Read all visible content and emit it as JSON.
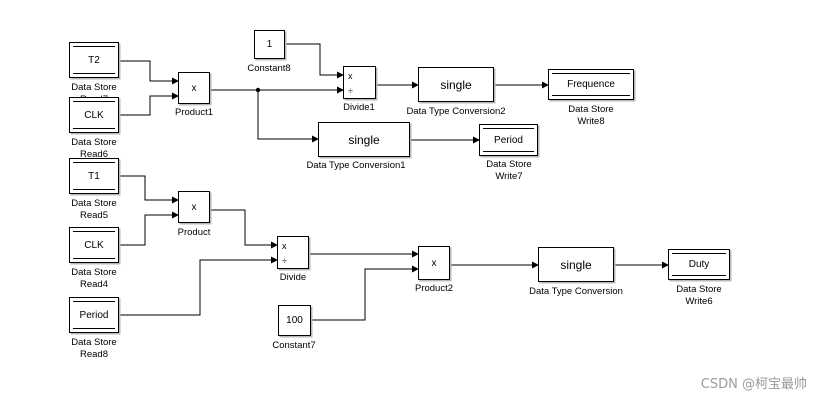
{
  "blocks": {
    "ds_read7": {
      "text": "T2",
      "label1": "Data Store",
      "label2": "Read7"
    },
    "ds_read6": {
      "text": "CLK",
      "label1": "Data Store",
      "label2": "Read6"
    },
    "ds_read5": {
      "text": "T1",
      "label1": "Data Store",
      "label2": "Read5"
    },
    "ds_read4": {
      "text": "CLK",
      "label1": "Data Store",
      "label2": "Read4"
    },
    "ds_read8": {
      "text": "Period",
      "label1": "Data Store",
      "label2": "Read8"
    },
    "constant8": {
      "text": "1",
      "label": "Constant8"
    },
    "constant7": {
      "text": "100",
      "label": "Constant7"
    },
    "product1": {
      "symbol": "x",
      "label": "Product1"
    },
    "product": {
      "symbol": "x",
      "label": "Product"
    },
    "product2": {
      "symbol": "x",
      "label": "Product2"
    },
    "divide1": {
      "mul": "x",
      "div": "÷",
      "label": "Divide1"
    },
    "divide": {
      "mul": "x",
      "div": "÷",
      "label": "Divide"
    },
    "dtc2": {
      "text": "single",
      "label": "Data Type Conversion2"
    },
    "dtc1": {
      "text": "single",
      "label": "Data Type Conversion1"
    },
    "dtc": {
      "text": "single",
      "label": "Data Type Conversion"
    },
    "ds_write8": {
      "text": "Frequence",
      "label1": "Data Store",
      "label2": "Write8"
    },
    "ds_write7": {
      "text": "Period",
      "label1": "Data Store",
      "label2": "Write7"
    },
    "ds_write6": {
      "text": "Duty",
      "label1": "Data Store",
      "label2": "Write6"
    }
  },
  "watermark": "CSDN @柯宝最帅"
}
